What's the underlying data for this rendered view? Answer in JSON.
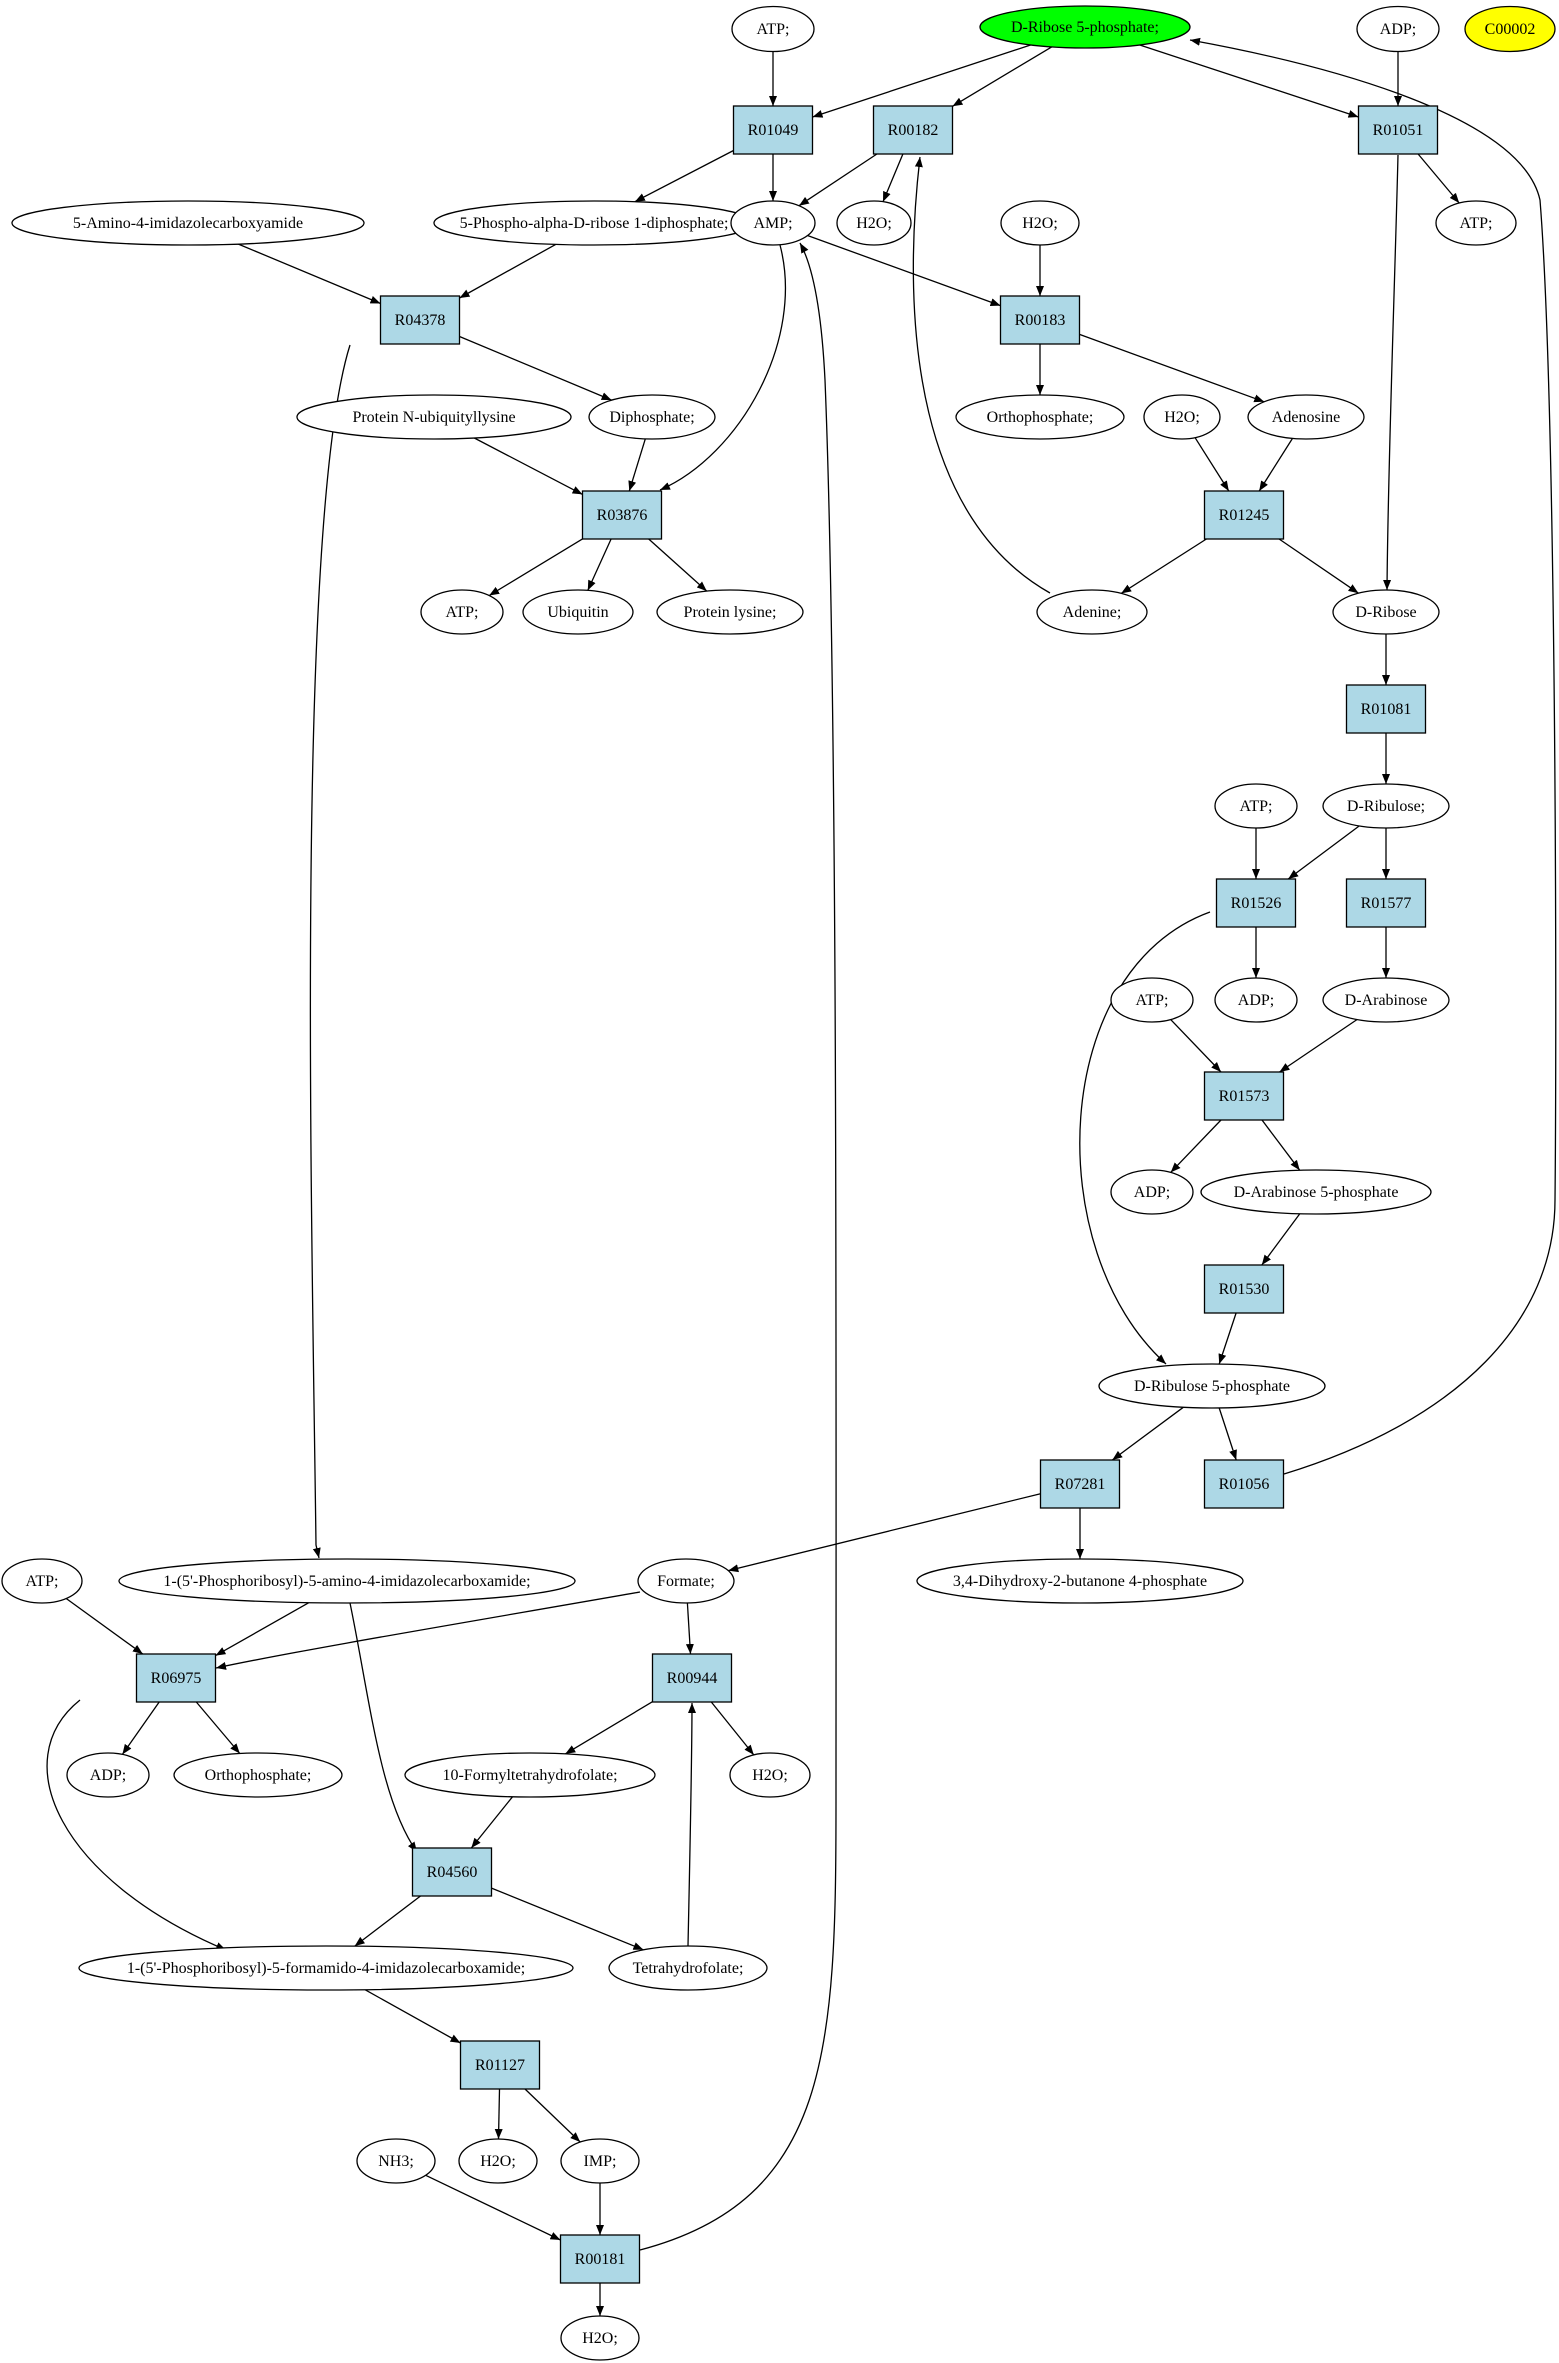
{
  "colors": {
    "reaction_fill": "#add8e6",
    "compound_fill": "#ffffff",
    "start_fill": "#00ff00",
    "target_fill": "#ffff00",
    "edge": "#000000"
  },
  "compounds": [
    {
      "id": "n_atp1",
      "label": "ATP;"
    },
    {
      "id": "n_r5p",
      "label": "D-Ribose 5-phosphate;",
      "style": "start"
    },
    {
      "id": "n_adp1",
      "label": "ADP;"
    },
    {
      "id": "n_c00002",
      "label": "C00002",
      "style": "target"
    },
    {
      "id": "n_aica",
      "label": "5-Amino-4-imidazolecarboxyamide"
    },
    {
      "id": "n_prpp",
      "label": "5-Phospho-alpha-D-ribose 1-diphosphate;"
    },
    {
      "id": "n_amp",
      "label": "AMP;"
    },
    {
      "id": "n_h2o1",
      "label": "H2O;"
    },
    {
      "id": "n_h2o2",
      "label": "H2O;"
    },
    {
      "id": "n_atp2",
      "label": "ATP;"
    },
    {
      "id": "n_pnub",
      "label": "Protein N-ubiquityllysine"
    },
    {
      "id": "n_dipho",
      "label": "Diphosphate;"
    },
    {
      "id": "n_ortho1",
      "label": "Orthophosphate;"
    },
    {
      "id": "n_h2o3",
      "label": "H2O;"
    },
    {
      "id": "n_adenosine",
      "label": "Adenosine"
    },
    {
      "id": "n_atp3",
      "label": "ATP;"
    },
    {
      "id": "n_ubiq",
      "label": "Ubiquitin"
    },
    {
      "id": "n_plys",
      "label": "Protein lysine;"
    },
    {
      "id": "n_adenine",
      "label": "Adenine;"
    },
    {
      "id": "n_dribose",
      "label": "D-Ribose"
    },
    {
      "id": "n_atp4",
      "label": "ATP;"
    },
    {
      "id": "n_dribulose",
      "label": "D-Ribulose;"
    },
    {
      "id": "n_adp2",
      "label": "ADP;"
    },
    {
      "id": "n_atp5",
      "label": "ATP;"
    },
    {
      "id": "n_dara",
      "label": "D-Arabinose"
    },
    {
      "id": "n_adp3",
      "label": "ADP;"
    },
    {
      "id": "n_dara5p",
      "label": "D-Arabinose 5-phosphate"
    },
    {
      "id": "n_dru5p",
      "label": "D-Ribulose 5-phosphate"
    },
    {
      "id": "n_atp6",
      "label": "ATP;"
    },
    {
      "id": "n_praica",
      "label": "1-(5'-Phosphoribosyl)-5-amino-4-imidazolecarboxamide;"
    },
    {
      "id": "n_formate",
      "label": "Formate;"
    },
    {
      "id": "n_dhbp",
      "label": "3,4-Dihydroxy-2-butanone 4-phosphate"
    },
    {
      "id": "n_adp4",
      "label": "ADP;"
    },
    {
      "id": "n_ortho2",
      "label": "Orthophosphate;"
    },
    {
      "id": "n_fthf",
      "label": "10-Formyltetrahydrofolate;"
    },
    {
      "id": "n_h2o4",
      "label": "H2O;"
    },
    {
      "id": "n_fprica",
      "label": "1-(5'-Phosphoribosyl)-5-formamido-4-imidazolecarboxamide;"
    },
    {
      "id": "n_thf",
      "label": "Tetrahydrofolate;"
    },
    {
      "id": "n_nh3",
      "label": "NH3;"
    },
    {
      "id": "n_h2o5",
      "label": "H2O;"
    },
    {
      "id": "n_imp",
      "label": "IMP;"
    },
    {
      "id": "n_h2o6",
      "label": "H2O;"
    }
  ],
  "reactions": [
    {
      "id": "r_R01049",
      "label": "R01049"
    },
    {
      "id": "r_R00182",
      "label": "R00182"
    },
    {
      "id": "r_R01051",
      "label": "R01051"
    },
    {
      "id": "r_R04378",
      "label": "R04378"
    },
    {
      "id": "r_R00183",
      "label": "R00183"
    },
    {
      "id": "r_R03876",
      "label": "R03876"
    },
    {
      "id": "r_R01245",
      "label": "R01245"
    },
    {
      "id": "r_R01081",
      "label": "R01081"
    },
    {
      "id": "r_R01526",
      "label": "R01526"
    },
    {
      "id": "r_R01577",
      "label": "R01577"
    },
    {
      "id": "r_R01573",
      "label": "R01573"
    },
    {
      "id": "r_R01530",
      "label": "R01530"
    },
    {
      "id": "r_R07281",
      "label": "R07281"
    },
    {
      "id": "r_R01056",
      "label": "R01056"
    },
    {
      "id": "r_R06975",
      "label": "R06975"
    },
    {
      "id": "r_R00944",
      "label": "R00944"
    },
    {
      "id": "r_R04560",
      "label": "R04560"
    },
    {
      "id": "r_R01127",
      "label": "R01127"
    },
    {
      "id": "r_R00181",
      "label": "R00181"
    }
  ],
  "edges": [
    [
      "n_atp1",
      "r_R01049"
    ],
    [
      "n_r5p",
      "r_R01049"
    ],
    [
      "r_R01049",
      "n_prpp"
    ],
    [
      "r_R01049",
      "n_amp"
    ],
    [
      "n_r5p",
      "r_R00182"
    ],
    [
      "r_R00182",
      "n_amp"
    ],
    [
      "r_R00182",
      "n_h2o1"
    ],
    [
      "n_r5p",
      "r_R01051"
    ],
    [
      "n_adp1",
      "r_R01051"
    ],
    [
      "r_R01051",
      "n_atp2"
    ],
    [
      "r_R01051",
      "n_dribose"
    ],
    [
      "n_aica",
      "r_R04378"
    ],
    [
      "n_prpp",
      "r_R04378"
    ],
    [
      "r_R04378",
      "n_dipho"
    ],
    [
      "r_R04378",
      "n_praica"
    ],
    [
      "n_amp",
      "r_R00183"
    ],
    [
      "n_h2o2",
      "r_R00183"
    ],
    [
      "r_R00183",
      "n_ortho1"
    ],
    [
      "r_R00183",
      "n_adenosine"
    ],
    [
      "n_amp",
      "r_R03876"
    ],
    [
      "n_pnub",
      "r_R03876"
    ],
    [
      "n_dipho",
      "r_R03876"
    ],
    [
      "r_R03876",
      "n_atp3"
    ],
    [
      "r_R03876",
      "n_ubiq"
    ],
    [
      "r_R03876",
      "n_plys"
    ],
    [
      "n_h2o3",
      "r_R01245"
    ],
    [
      "n_adenosine",
      "r_R01245"
    ],
    [
      "r_R01245",
      "n_adenine"
    ],
    [
      "r_R01245",
      "n_dribose"
    ],
    [
      "n_adenine",
      "r_R00182"
    ],
    [
      "n_dribose",
      "r_R01081"
    ],
    [
      "r_R01081",
      "n_dribulose"
    ],
    [
      "n_atp4",
      "r_R01526"
    ],
    [
      "n_dribulose",
      "r_R01526"
    ],
    [
      "r_R01526",
      "n_adp2"
    ],
    [
      "r_R01526",
      "n_dru5p"
    ],
    [
      "n_dribulose",
      "r_R01577"
    ],
    [
      "r_R01577",
      "n_dara"
    ],
    [
      "n_atp5",
      "r_R01573"
    ],
    [
      "n_dara",
      "r_R01573"
    ],
    [
      "r_R01573",
      "n_adp3"
    ],
    [
      "r_R01573",
      "n_dara5p"
    ],
    [
      "n_dara5p",
      "r_R01530"
    ],
    [
      "r_R01530",
      "n_dru5p"
    ],
    [
      "n_dru5p",
      "r_R07281"
    ],
    [
      "n_dru5p",
      "r_R01056"
    ],
    [
      "r_R07281",
      "n_formate"
    ],
    [
      "r_R07281",
      "n_dhbp"
    ],
    [
      "r_R01056",
      "n_r5p"
    ],
    [
      "n_atp6",
      "r_R06975"
    ],
    [
      "n_praica",
      "r_R06975"
    ],
    [
      "n_formate",
      "r_R06975"
    ],
    [
      "r_R06975",
      "n_adp4"
    ],
    [
      "r_R06975",
      "n_ortho2"
    ],
    [
      "r_R06975",
      "n_fprica"
    ],
    [
      "n_formate",
      "r_R00944"
    ],
    [
      "n_thf",
      "r_R00944"
    ],
    [
      "r_R00944",
      "n_fthf"
    ],
    [
      "r_R00944",
      "n_h2o4"
    ],
    [
      "n_praica",
      "r_R04560"
    ],
    [
      "n_fthf",
      "r_R04560"
    ],
    [
      "r_R04560",
      "n_fprica"
    ],
    [
      "r_R04560",
      "n_thf"
    ],
    [
      "n_fprica",
      "r_R01127"
    ],
    [
      "r_R01127",
      "n_h2o5"
    ],
    [
      "r_R01127",
      "n_imp"
    ],
    [
      "n_nh3",
      "r_R00181"
    ],
    [
      "n_imp",
      "r_R00181"
    ],
    [
      "r_R00181",
      "n_h2o6"
    ],
    [
      "r_R00181",
      "n_amp"
    ]
  ]
}
